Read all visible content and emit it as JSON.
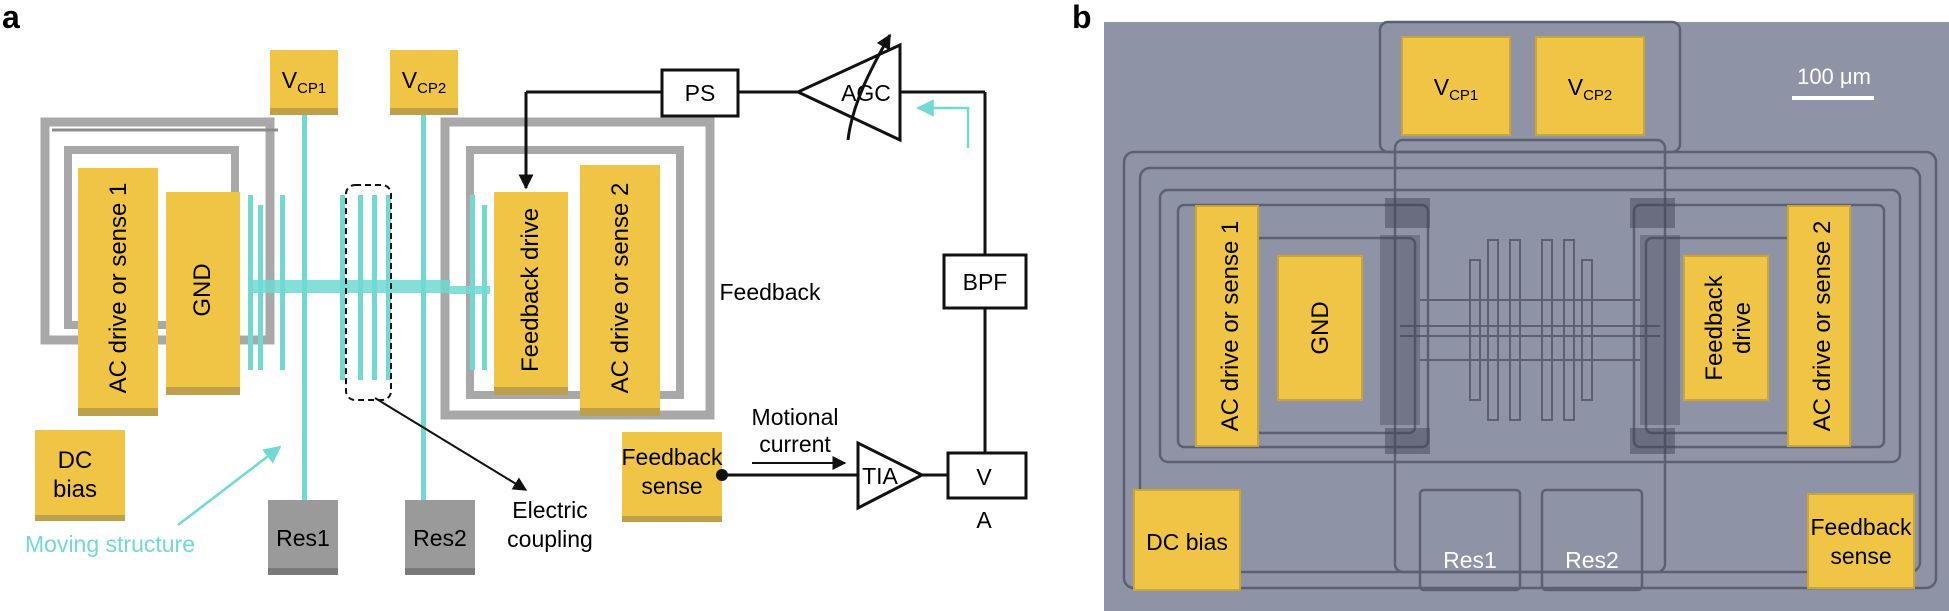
{
  "panel_a": {
    "label": "a",
    "vcp1": {
      "main": "V",
      "sub": "CP1"
    },
    "vcp2": {
      "main": "V",
      "sub": "CP2"
    },
    "ac_drive_1": "AC drive or sense 1",
    "gnd": "GND",
    "feedback_drive": "Feedback drive",
    "ac_drive_2": "AC drive or sense 2",
    "dc_bias_line1": "DC",
    "dc_bias_line2": "bias",
    "res1": "Res1",
    "res2": "Res2",
    "moving_structure": "Moving structure",
    "electric_coupling_line1": "Electric",
    "electric_coupling_line2": "coupling",
    "feedback_sense_line1": "Feedback",
    "feedback_sense_line2": "sense",
    "motional_current_line1": "Motional",
    "motional_current_line2": "current",
    "tia": "TIA",
    "voltmeter_v": "V",
    "voltmeter_a": "A",
    "bpf": "BPF",
    "ps": "PS",
    "agc": "AGC",
    "feedback": "Feedback"
  },
  "panel_b": {
    "label": "b",
    "scale_bar": "100 μm",
    "vcp1": {
      "main": "V",
      "sub": "CP1"
    },
    "vcp2": {
      "main": "V",
      "sub": "CP2"
    },
    "ac_drive_1": "AC drive or sense 1",
    "gnd": "GND",
    "feedback_drive_line1": "Feedback",
    "feedback_drive_line2": "drive",
    "ac_drive_2": "AC drive or sense 2",
    "dc_bias": "DC bias",
    "res1": "Res1",
    "res2": "Res2",
    "feedback_sense_line1": "Feedback",
    "feedback_sense_line2": "sense"
  },
  "colors": {
    "pad_gold": "#f0c545",
    "cyan": "#6fd9d2",
    "gray_frame": "#a8a8a8",
    "chip_bg": "#8f93a6"
  }
}
